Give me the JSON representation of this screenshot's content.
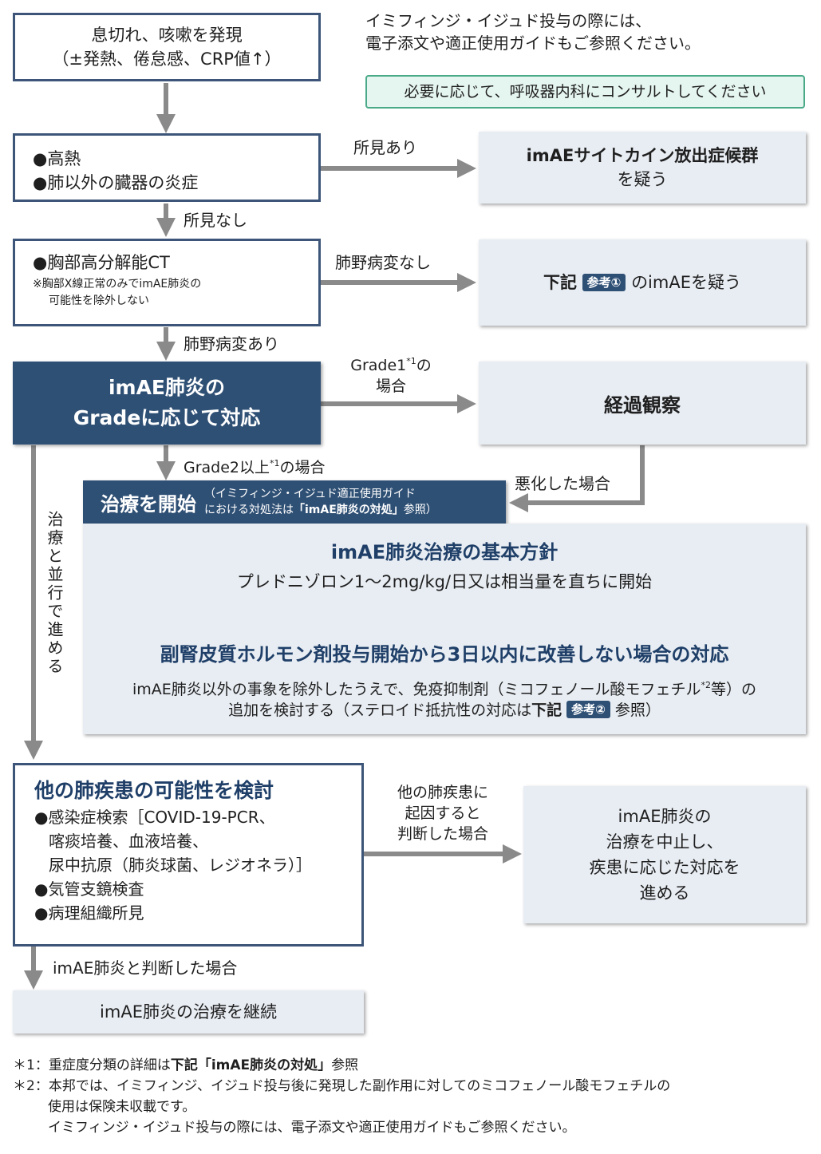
{
  "notice": {
    "line1": "イミフィンジ・イジュド投与の際には、",
    "line2": "電子添文や適正使用ガイドもご参照ください。",
    "consult": "必要に応じて、呼吸器内科にコンサルトしてください"
  },
  "start_box": {
    "line1": "息切れ、咳嗽を発現",
    "line2": "（±発熱、倦怠感、CRP値↑）"
  },
  "box2": {
    "item1": "●高熱",
    "item2": "●肺以外の臓器の炎症"
  },
  "edge_findings": "所見あり",
  "edge_no_findings": "所見なし",
  "crs_box": {
    "line1": "imAEサイトカイン放出症候群",
    "line2": "を疑う"
  },
  "box3": {
    "item1": "●胸部高分解能CT",
    "note1": "※胸部X線正常のみでimAE肺炎の",
    "note2": "可能性を除外しない"
  },
  "edge_no_lung": "肺野病変なし",
  "edge_lung": "肺野病変あり",
  "suspect_box": {
    "pre": "下記",
    "tag": "参考①",
    "post": "のimAEを疑う"
  },
  "grade_box": {
    "line1": "imAE肺炎の",
    "line2": "Gradeに応じて対応"
  },
  "edge_grade1": {
    "line1_pre": "Grade1",
    "line1_sup": "*1",
    "line1_post": "の",
    "line2": "場合"
  },
  "observe_box": "経過観察",
  "edge_grade2": {
    "pre": "Grade2以上",
    "sup": "*1",
    "post": "の場合"
  },
  "edge_worse": "悪化した場合",
  "edge_parallel": "治療と並行で進める",
  "treat_header": {
    "title": "治療を開始",
    "note1": "（イミフィンジ・イジュド適正使用ガイド",
    "note2_pre": "における対処法は",
    "note2_bold": "「imAE肺炎の対処」",
    "note2_post": "参照）"
  },
  "treat_body": {
    "title1": "imAE肺炎治療の基本方針",
    "text1": "プレドニゾロン1～2mg/kg/日又は相当量を直ちに開始",
    "title2": "副腎皮質ホルモン剤投与開始から3日以内に改善しない場合の対応",
    "text2a_pre": "imAE肺炎以外の事象を除外したうえで、免疫抑制剤（ミコフェノール酸モフェチル",
    "text2a_sup": "*2",
    "text2a_post": "等）の",
    "text2b_pre": "追加を検討する（ステロイド抵抗性の対応は",
    "text2b_bold": "下記",
    "text2b_tag": "参考②",
    "text2b_post": "参照）"
  },
  "other_box": {
    "title": "他の肺疾患の可能性を検討",
    "i1": "●感染症検索［COVID-19-PCR、",
    "i1b": "喀痰培養、血液培養、",
    "i1c": "尿中抗原（肺炎球菌、レジオネラ）］",
    "i2": "●気管支鏡検査",
    "i3": "●病理組織所見"
  },
  "edge_other": {
    "line1": "他の肺疾患に",
    "line2": "起因すると",
    "line3": "判断した場合"
  },
  "stop_box": {
    "line1": "imAE肺炎の",
    "line2": "治療を中止し、",
    "line3": "疾患に応じた対応を",
    "line4": "進める"
  },
  "edge_continue": "imAE肺炎と判断した場合",
  "continue_box": "imAE肺炎の治療を継続",
  "footnotes": {
    "f1_mark": "＊1：",
    "f1_pre": "重症度分類の詳細は",
    "f1_bold": "下記「imAE肺炎の対処」",
    "f1_post": "参照",
    "f2_mark": "＊2：",
    "f2_line1": "本邦では、イミフィンジ、イジュド投与後に発現した副作用に対してのミコフェノール酸モフェチルの",
    "f2_line2": "使用は保険未収載です。",
    "f2_line3": "イミフィンジ・イジュド投与の際には、電子添文や適正使用ガイドもご参照ください。"
  }
}
